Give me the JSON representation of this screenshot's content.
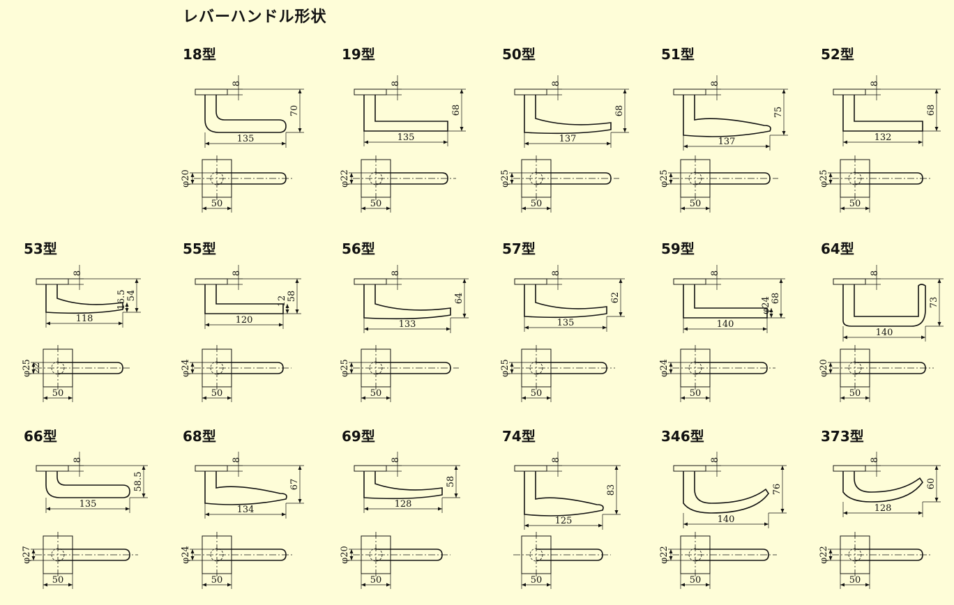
{
  "title": "レバーハンドル形状",
  "models": [
    {
      "label": "18型",
      "side": {
        "gap": "8",
        "height": "70",
        "length": "135"
      },
      "top": {
        "dia": "φ20",
        "width": "50"
      }
    },
    {
      "label": "19型",
      "side": {
        "gap": "8",
        "height": "68",
        "length": "135"
      },
      "top": {
        "dia": "φ22",
        "width": "50"
      }
    },
    {
      "label": "50型",
      "side": {
        "gap": "8",
        "height": "68",
        "length": "137"
      },
      "top": {
        "dia": "φ25",
        "width": "50"
      }
    },
    {
      "label": "51型",
      "side": {
        "gap": "8",
        "height": "75",
        "length": "137"
      },
      "top": {
        "dia": "φ25",
        "width": "50"
      }
    },
    {
      "label": "52型",
      "side": {
        "gap": "8",
        "height": "68",
        "length": "132"
      },
      "top": {
        "dia": "φ25",
        "width": "50"
      }
    },
    {
      "label": "53型",
      "side": {
        "gap": "8",
        "height": "54",
        "height2": "16.5",
        "length": "118"
      },
      "top": {
        "dia": "φ25",
        "dia2": "22",
        "width": "50"
      }
    },
    {
      "label": "55型",
      "side": {
        "gap": "8",
        "height": "58",
        "height2": "12",
        "length": "120"
      },
      "top": {
        "dia": "φ24",
        "width": "50"
      }
    },
    {
      "label": "56型",
      "side": {
        "gap": "8",
        "height": "64",
        "length": "133"
      },
      "top": {
        "dia": "φ25",
        "width": "50"
      }
    },
    {
      "label": "57型",
      "side": {
        "gap": "8",
        "height": "62",
        "length": "135"
      },
      "top": {
        "dia": "φ25",
        "width": "50"
      }
    },
    {
      "label": "59型",
      "side": {
        "gap": "8",
        "height": "68",
        "height2": "φ24",
        "length": "140"
      },
      "top": {
        "dia": "φ24",
        "width": "50"
      }
    },
    {
      "label": "64型",
      "side": {
        "gap": "8",
        "height": "73",
        "length": "140"
      },
      "top": {
        "dia": "φ20",
        "width": "50"
      }
    },
    {
      "label": "66型",
      "side": {
        "gap": "8",
        "height": "58.5",
        "length": "135"
      },
      "top": {
        "dia": "φ27",
        "width": "50"
      }
    },
    {
      "label": "68型",
      "side": {
        "gap": "8",
        "height": "67",
        "length": "134"
      },
      "top": {
        "dia": "φ24",
        "width": "50"
      }
    },
    {
      "label": "69型",
      "side": {
        "gap": "8",
        "height": "58",
        "length": "128"
      },
      "top": {
        "dia": "φ20",
        "width": "50"
      }
    },
    {
      "label": "74型",
      "side": {
        "gap": "8",
        "height": "83",
        "length": "125"
      },
      "top": {
        "dia": "",
        "width": "50"
      }
    },
    {
      "label": "346型",
      "side": {
        "gap": "8",
        "height": "76",
        "length": "140"
      },
      "top": {
        "dia": "φ22",
        "width": "50"
      }
    },
    {
      "label": "373型",
      "side": {
        "gap": "8",
        "height": "60",
        "length": "128"
      },
      "top": {
        "dia": "φ22",
        "width": "50"
      }
    }
  ]
}
